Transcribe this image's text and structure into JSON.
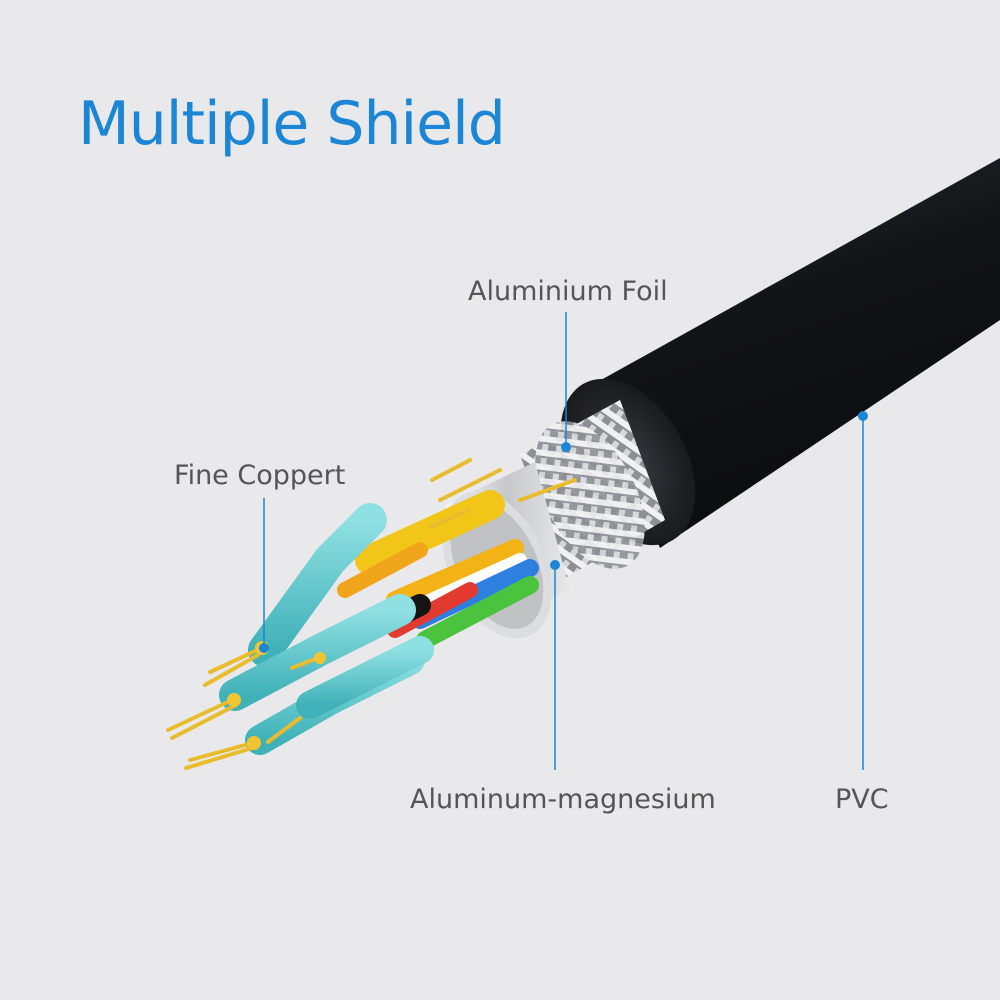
{
  "title": "Multiple Shield",
  "labels": {
    "aluminium_foil": "Aluminium Foil",
    "fine_copper": "Fine Coppert",
    "aluminum_magnesium": "Aluminum-magnesium",
    "pvc": "PVC"
  },
  "colors": {
    "accent": "#1b86d6",
    "background": "#e9e9eb",
    "jacket": "#16171b",
    "label_text": "#555555",
    "shield_silver": "#cfcfd3",
    "wire_cyan": "#5ecbcf",
    "copper_gold": "#e8b81a"
  }
}
